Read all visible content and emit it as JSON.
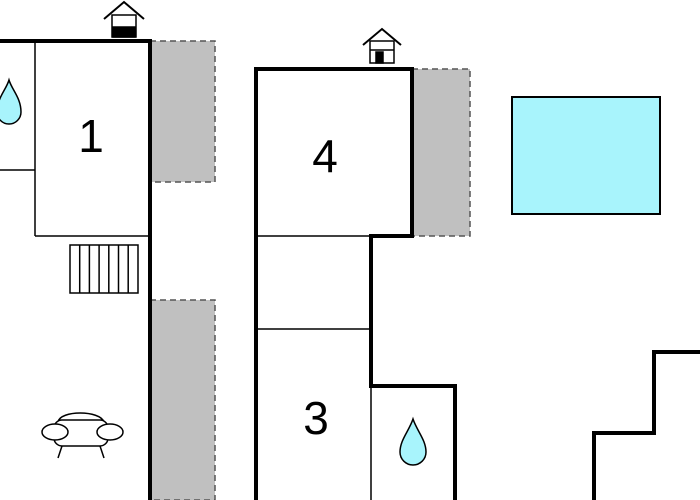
{
  "floor_plan": {
    "rooms": [
      {
        "id": "room-1",
        "label": "1"
      },
      {
        "id": "room-4",
        "label": "4"
      },
      {
        "id": "room-3",
        "label": "3"
      }
    ],
    "icons": {
      "entrance": "house-entrance-icon",
      "water": "water-drop-icon",
      "sofa": "armchair-icon",
      "stairs": "staircase-icon"
    },
    "colors": {
      "wall": "#000000",
      "terrace": "#c0c0c0",
      "pool": "#a8f4fc",
      "water_drop": "#a8f4fc"
    }
  }
}
